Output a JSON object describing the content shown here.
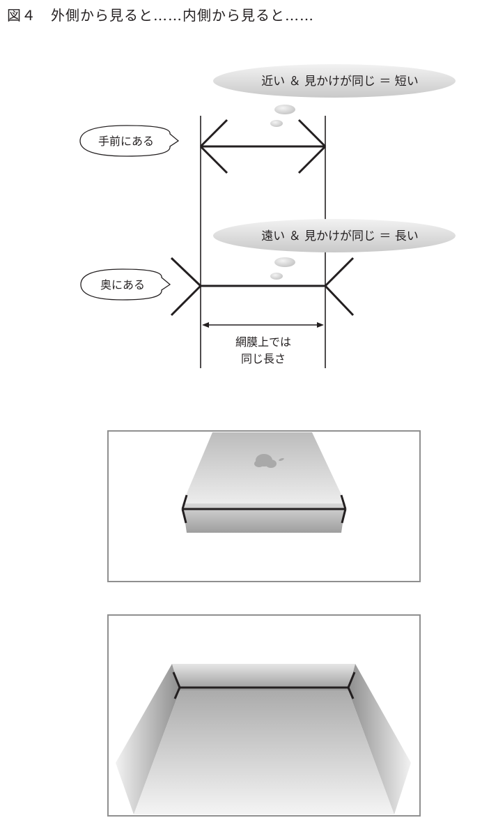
{
  "figure": {
    "title": "図４　外側から見ると……内側から見ると……"
  },
  "diagram": {
    "bubble_top": "近い ＆ 見かけが同じ ＝ 短い",
    "bubble_bottom": "遠い ＆ 見かけが同じ ＝ 長い",
    "callout_front": "手前にある",
    "callout_back": "奥にある",
    "retina_line1": "網膜上では",
    "retina_line2": "同じ長さ"
  }
}
